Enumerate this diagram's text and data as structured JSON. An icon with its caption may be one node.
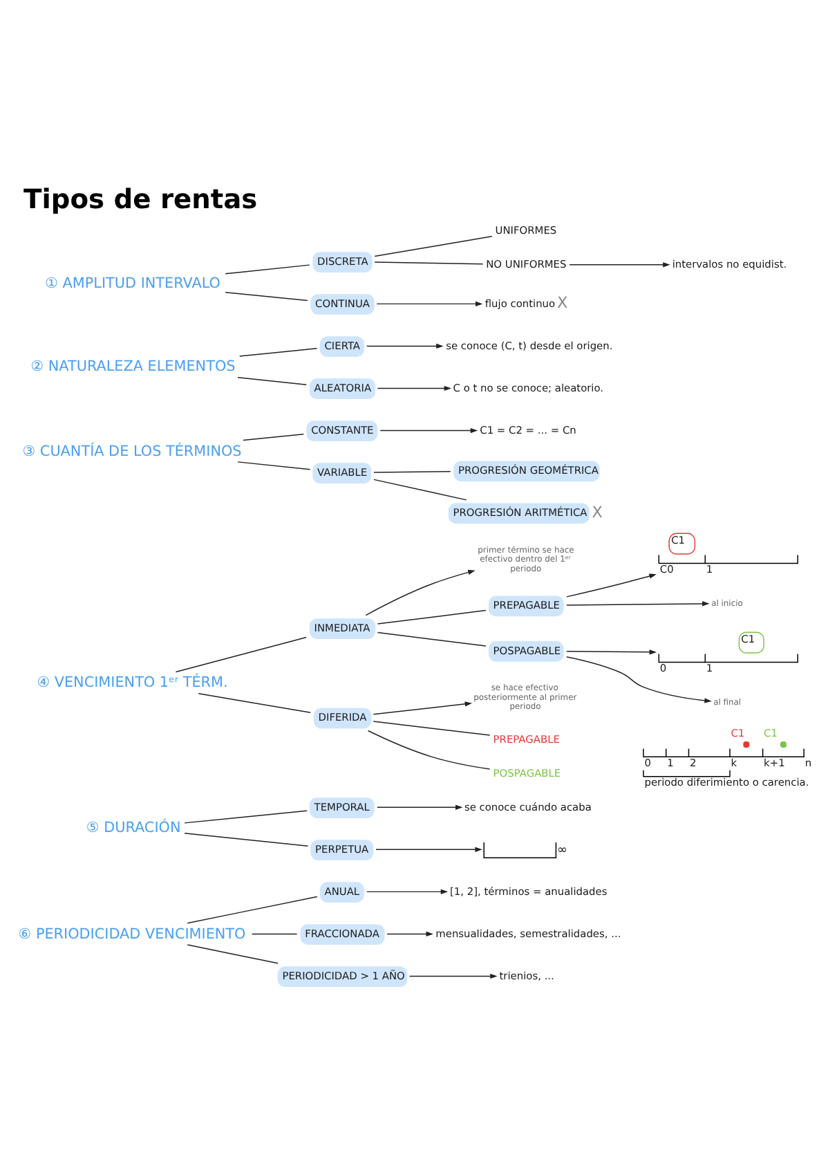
{
  "diagram": {
    "title": "Tipos de rentas",
    "nodes": [
      {
        "text": [
          "① AMPLITUD INTERVALO"
        ]
      },
      {
        "text": [
          "DISCRETA"
        ]
      },
      {
        "text": [
          "UNIFORMES"
        ]
      },
      {
        "text": [
          "NO UNIFORMES"
        ]
      },
      {
        "text": [
          "intervalos no equidist."
        ]
      },
      {
        "text": [
          "CONTINUA"
        ]
      },
      {
        "text": [
          "flujo continuo"
        ],
        "beside": [
          "X"
        ]
      },
      {
        "text": [
          "② NATURALEZA ELEMENTOS"
        ]
      },
      {
        "text": [
          "CIERTA"
        ]
      },
      {
        "text": [
          "se conoce (C, t) desde el origen."
        ]
      },
      {
        "text": [
          "ALEATORIA"
        ]
      },
      {
        "text": [
          "C o t no se conoce; aleatorio."
        ]
      },
      {
        "text": [
          "③ CUANTÍA DE LOS TÉRMINOS"
        ]
      },
      {
        "text": [
          "CONSTANTE"
        ]
      },
      {
        "text": [
          "C1 = C2 = ... = Cn"
        ]
      },
      {
        "text": [
          "VARIABLE"
        ]
      },
      {
        "text": [
          "PROGRESIÓN GEOMÉTRICA"
        ]
      },
      {
        "text": [
          "PROGRESIÓN ARITMÉTICA"
        ],
        "beside": [
          "X"
        ]
      },
      {
        "text": [
          "④ VENCIMIENTO 1ᵉʳ TÉRM."
        ]
      },
      {
        "text": [
          "INMEDIATA"
        ]
      },
      {
        "text": [
          "primer término se hace efectivo dentro del 1ᵉʳ periodo"
        ]
      },
      {
        "text": [
          "PREPAGABLE"
        ]
      },
      {
        "text": [
          "al inicio"
        ]
      },
      {
        "text": [
          "C1",
          "C0",
          "1"
        ]
      },
      {
        "text": [
          "POSPAGABLE"
        ]
      },
      {
        "text": [
          "al final"
        ]
      },
      {
        "text": [
          "C1",
          "0",
          "1"
        ]
      },
      {
        "text": [
          "DIFERIDA"
        ]
      },
      {
        "text": [
          "se hace efectivo posteriormente al primer periodo"
        ]
      },
      {
        "text": [
          "PREPAGABLE"
        ]
      },
      {
        "text": [
          "POSPAGABLE"
        ]
      },
      {
        "text": [
          "⑤ DURACIÓN"
        ]
      },
      {
        "text": [
          "TEMPORAL"
        ]
      },
      {
        "text": [
          "se conoce cuándo acaba"
        ]
      },
      {
        "text": [
          "PERPETUA"
        ]
      },
      {
        "text": [
          "∞"
        ]
      },
      {
        "text": [
          "⑥ PERIODICIDAD VENCIMIENTO"
        ]
      },
      {
        "text": [
          "ANUAL"
        ]
      },
      {
        "text": [
          "[1, 2], términos = anualidades"
        ]
      },
      {
        "text": [
          "FRACCIONADA"
        ]
      },
      {
        "text": [
          "mensualidades, semestralidades, ..."
        ]
      },
      {
        "text": [
          "PERIODICIDAD > 1 AÑO"
        ]
      },
      {
        "text": [
          "trienios, ..."
        ]
      }
    ],
    "edges": [
      {
        "from": 0,
        "to": 1,
        "arrow": "none"
      },
      {
        "from": 0,
        "to": 5,
        "arrow": "none"
      },
      {
        "from": 1,
        "to": 2,
        "arrow": "none"
      },
      {
        "from": 1,
        "to": 3,
        "arrow": "none"
      },
      {
        "from": 3,
        "to": 4,
        "arrow": "to"
      },
      {
        "from": 5,
        "to": 6,
        "arrow": "to"
      },
      {
        "from": 7,
        "to": 8,
        "arrow": "none"
      },
      {
        "from": 7,
        "to": 10,
        "arrow": "none"
      },
      {
        "from": 8,
        "to": 9,
        "arrow": "to"
      },
      {
        "from": 10,
        "to": 11,
        "arrow": "to"
      },
      {
        "from": 12,
        "to": 13,
        "arrow": "none"
      },
      {
        "from": 12,
        "to": 15,
        "arrow": "none"
      },
      {
        "from": 13,
        "to": 14,
        "arrow": "to"
      },
      {
        "from": 15,
        "to": 16,
        "arrow": "none"
      },
      {
        "from": 15,
        "to": 17,
        "arrow": "none"
      },
      {
        "from": 18,
        "to": 19,
        "arrow": "none"
      },
      {
        "from": 18,
        "to": 27,
        "arrow": "none"
      },
      {
        "from": 19,
        "to": 20,
        "arrow": "to"
      },
      {
        "from": 19,
        "to": 21,
        "arrow": "none"
      },
      {
        "from": 19,
        "to": 24,
        "arrow": "none"
      },
      {
        "from": 21,
        "to": 22,
        "arrow": "to"
      },
      {
        "from": 21,
        "to": 23,
        "arrow": "to"
      },
      {
        "from": 24,
        "to": 25,
        "arrow": "to"
      },
      {
        "from": 24,
        "to": 26,
        "arrow": "to"
      },
      {
        "from": 27,
        "to": 28,
        "arrow": "to"
      },
      {
        "from": 27,
        "to": 29,
        "arrow": "none"
      },
      {
        "from": 27,
        "to": 30,
        "arrow": "none"
      },
      {
        "from": 31,
        "to": 32,
        "arrow": "none"
      },
      {
        "from": 31,
        "to": 34,
        "arrow": "none"
      },
      {
        "from": 32,
        "to": 33,
        "arrow": "to"
      },
      {
        "from": 34,
        "to": 35,
        "arrow": "to"
      },
      {
        "from": 36,
        "to": 37,
        "arrow": "none"
      },
      {
        "from": 36,
        "to": 39,
        "arrow": "none"
      },
      {
        "from": 36,
        "to": 41,
        "arrow": "none"
      },
      {
        "from": 37,
        "to": 38,
        "arrow": "to"
      },
      {
        "from": 39,
        "to": 40,
        "arrow": "to"
      },
      {
        "from": 41,
        "to": 42,
        "arrow": "to"
      }
    ],
    "labels": [
      "C1",
      "C1",
      "0",
      "1",
      "2",
      "k",
      "k+1",
      "n",
      "periodo diferimiento o carencia."
    ]
  }
}
